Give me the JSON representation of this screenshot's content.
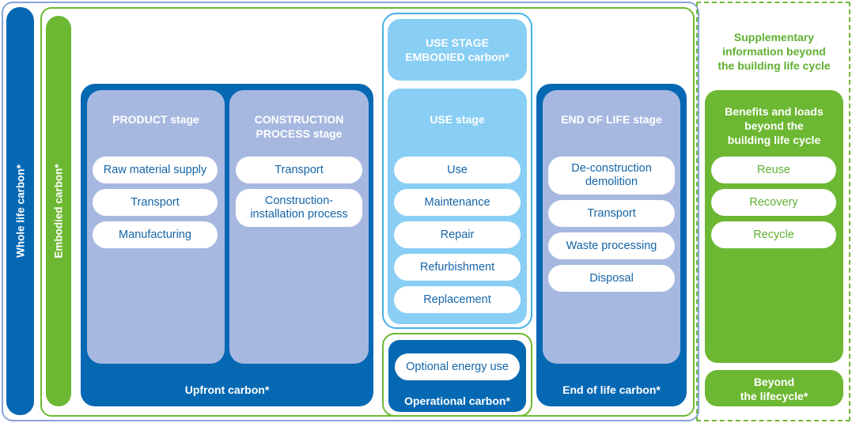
{
  "whole_life_carbon": "Whole life carbon*",
  "embodied_carbon": "Embodied carbon*",
  "product_stage": {
    "title": "PRODUCT stage",
    "items": [
      "Raw material supply",
      "Transport",
      "Manufacturing"
    ]
  },
  "construction_stage": {
    "title": "CONSTRUCTION\nPROCESS stage",
    "items": [
      "Transport",
      "Construction-\ninstallation process"
    ]
  },
  "upfront_carbon": "Upfront carbon*",
  "use_stage_embodied": "USE STAGE\nEMBODIED carbon*",
  "use_stage": {
    "title": "USE stage",
    "items": [
      "Use",
      "Maintenance",
      "Repair",
      "Refurbishment",
      "Replacement"
    ]
  },
  "operational": {
    "item": "Optional energy use",
    "label": "Operational carbon*"
  },
  "end_of_life_stage": {
    "title": "END OF LIFE stage",
    "items": [
      "De-construction\ndemolition",
      "Transport",
      "Waste processing",
      "Disposal"
    ]
  },
  "end_of_life_carbon": "End of life carbon*",
  "supplementary": {
    "title": "Supplementary\ninformation beyond\nthe building life cycle",
    "benefits_title": "Benefits and loads\nbeyond the\nbuilding life cycle",
    "items": [
      "Reuse",
      "Recovery",
      "Recycle"
    ],
    "beyond": "Beyond\nthe lifecycle*"
  },
  "colors": {
    "dark_blue": "#0568b3",
    "mid_blue": "#a6b8e0",
    "light_blue": "#89cef4",
    "green": "#6db833",
    "outline_blue": "#7f9fd6",
    "white": "#ffffff"
  }
}
